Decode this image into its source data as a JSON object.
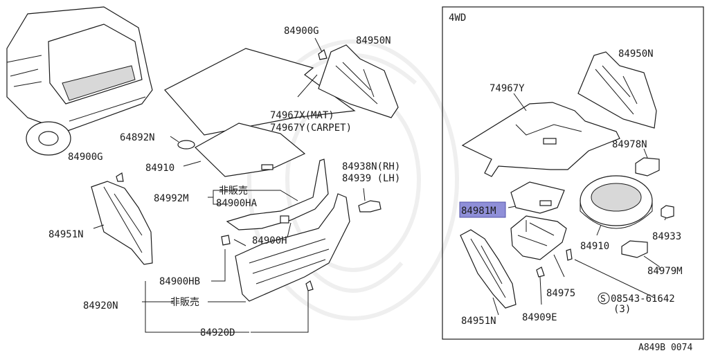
{
  "variant_box": {
    "title": "4WD"
  },
  "footer_code": "A849B 0074",
  "left": {
    "l_84900G_top": "84900G",
    "l_84950N": "84950N",
    "l_74967X": "74967X(MAT)",
    "l_74967Y": "74967Y(CARPET)",
    "l_64892N": "64892N",
    "l_84900G_left": "84900G",
    "l_84910": "84910",
    "l_84938N": "84938N(RH)",
    "l_84939": "84939 (LH)",
    "l_nonsale1": "非販売",
    "l_84992M": "84992M",
    "l_84900HA": "84900HA",
    "l_84951N": "84951N",
    "l_84900H": "84900H",
    "l_84900HB": "84900HB",
    "l_nonsale2": "非販売",
    "l_84920N": "84920N",
    "l_84920D": "84920D"
  },
  "right": {
    "r_84950N": "84950N",
    "r_74967Y": "74967Y",
    "r_84978N": "84978N",
    "r_84981M": "84981M",
    "r_84933": "84933",
    "r_84910": "84910",
    "r_84979M": "84979M",
    "r_84975": "84975",
    "r_screw_s": "S",
    "r_screw": "08543-61642",
    "r_qty": "(3)",
    "r_84951N": "84951N",
    "r_84909E": "84909E"
  }
}
